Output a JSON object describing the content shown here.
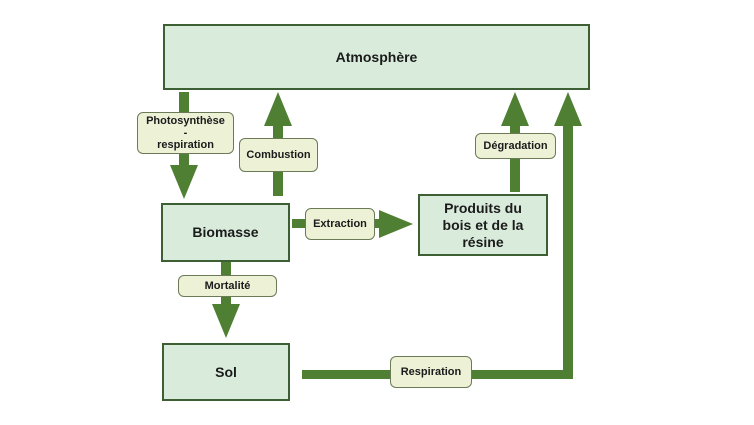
{
  "colors": {
    "box_fill": "#d9ecdc",
    "box_border": "#3d5f34",
    "arrow": "#4f7f32",
    "tag_fill": "#edf2d7",
    "tag_border": "#6b7a57"
  },
  "nodes": {
    "atmosphere": "Atmosphère",
    "biomasse": "Biomasse",
    "produits": "Produits du\nbois et de la\nrésine",
    "sol": "Sol"
  },
  "flows": {
    "photosynthese": "Photosynthèse\n-\nrespiration",
    "combustion": "Combustion",
    "extraction": "Extraction",
    "degradation": "Dégradation",
    "mortalite": "Mortalité",
    "respiration": "Respiration"
  }
}
